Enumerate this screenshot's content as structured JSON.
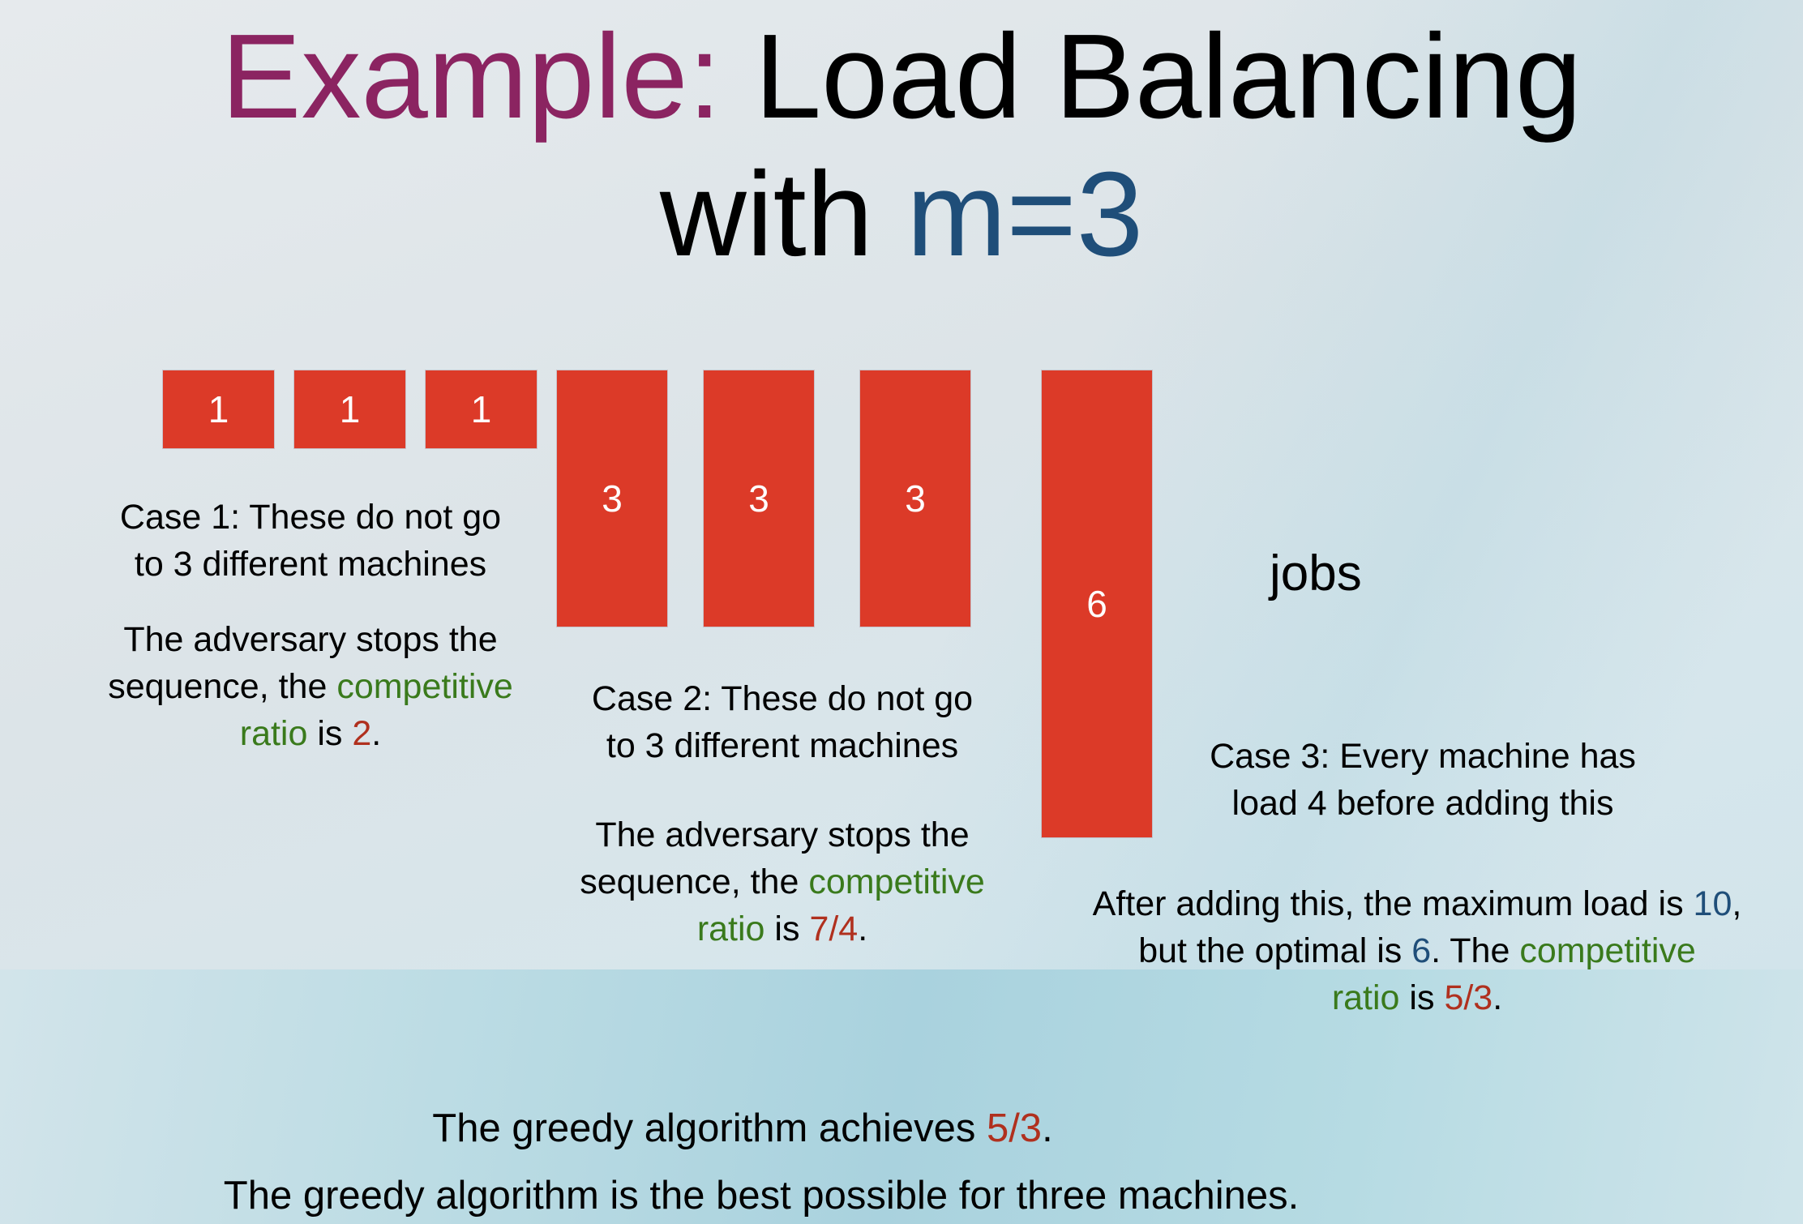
{
  "title": {
    "prefix": "Example:",
    "main": " Load Balancing",
    "line2_pre": "with ",
    "line2_var": "m=3"
  },
  "jobs_label": "jobs",
  "boxes": {
    "small": [
      "1",
      "1",
      "1"
    ],
    "medium": [
      "3",
      "3",
      "3"
    ],
    "large": "6"
  },
  "case1": {
    "heading": [
      "Case 1: These do not go",
      "to 3 different machines"
    ],
    "body_l1": "The adversary stops the",
    "body_l2a": "sequence, the ",
    "body_l2b": "competitive",
    "body_l3a": "ratio",
    "body_l3b": " is ",
    "body_l3c": "2",
    "body_l3d": "."
  },
  "case2": {
    "heading": [
      "Case 2: These do not go",
      "to 3 different machines"
    ],
    "body_l1": "The adversary stops the",
    "body_l2a": "sequence, the ",
    "body_l2b": "competitive",
    "body_l3a": "ratio",
    "body_l3b": " is ",
    "body_l3c": "7/4",
    "body_l3d": "."
  },
  "case3": {
    "heading": [
      "Case 3: Every machine has",
      "load 4 before adding this"
    ],
    "body_l1a": "After adding this, the maximum load is ",
    "body_l1b": "10",
    "body_l1c": ",",
    "body_l2a": "but the optimal  is ",
    "body_l2b": "6",
    "body_l2c": ". The ",
    "body_l2d": "competitive",
    "body_l3a": "ratio",
    "body_l3b": " is ",
    "body_l3c": "5/3",
    "body_l3d": "."
  },
  "conclusion": {
    "l1a": "The greedy algorithm achieves ",
    "l1b": "5/3",
    "l1c": ".",
    "l2": "The greedy algorithm is the best possible for three machines."
  },
  "colors": {
    "accent_purple": "#8b2461",
    "accent_blue": "#1f4e79",
    "red_text": "#b0301e",
    "green_text": "#3a7a1c",
    "job_box": "#dc3a28"
  }
}
